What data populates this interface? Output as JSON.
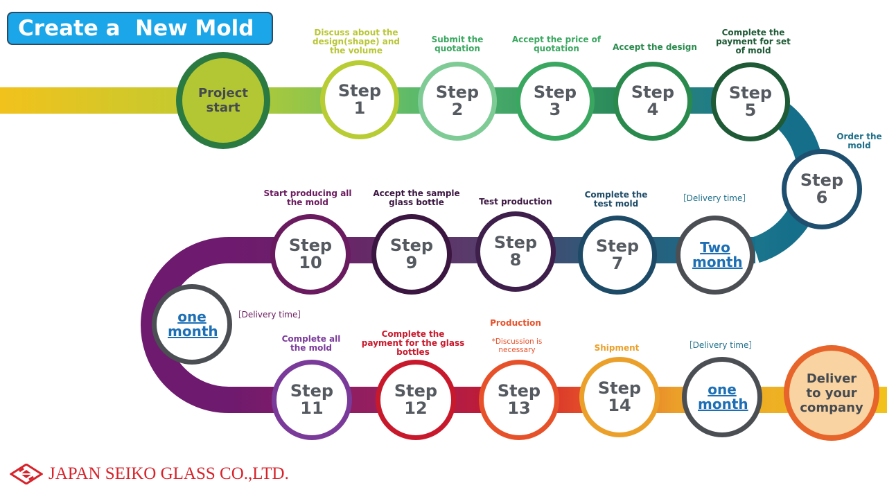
{
  "title": "Create a  New Mold",
  "start_node": "Project start",
  "end_node": "Deliver to your company",
  "step_word": "Step",
  "steps": [
    {
      "num": "1",
      "label": "Discuss about the design(shape) and the volume"
    },
    {
      "num": "2",
      "label": "Submit the quotation"
    },
    {
      "num": "3",
      "label": "Accept the price of quotation"
    },
    {
      "num": "4",
      "label": "Accept the design"
    },
    {
      "num": "5",
      "label": "Complete the payment for set of mold"
    },
    {
      "num": "6",
      "label": "Order the mold"
    },
    {
      "num": "7",
      "label": "Complete the test mold"
    },
    {
      "num": "8",
      "label": "Test production"
    },
    {
      "num": "9",
      "label": "Accept the sample glass bottle"
    },
    {
      "num": "10",
      "label": "Start producing all the mold"
    },
    {
      "num": "11",
      "label": "Complete all the mold"
    },
    {
      "num": "12",
      "label": "Complete the payment for the glass bottles"
    },
    {
      "num": "13",
      "label": "Production",
      "note": "*Discussion is necessary"
    },
    {
      "num": "14",
      "label": "Shipment"
    }
  ],
  "durations": [
    {
      "label": "［Delivery time］",
      "value": "Two month"
    },
    {
      "label": "［Delivery time］",
      "value": "one month"
    },
    {
      "label": "［Delivery time］",
      "value": "one month"
    }
  ],
  "company": "JAPAN SEIKO GLASS CO.,LTD.",
  "colors": {
    "title_bg": "#1aa6e8",
    "link": "#1d6fb5",
    "logo_red": "#d8222a"
  }
}
